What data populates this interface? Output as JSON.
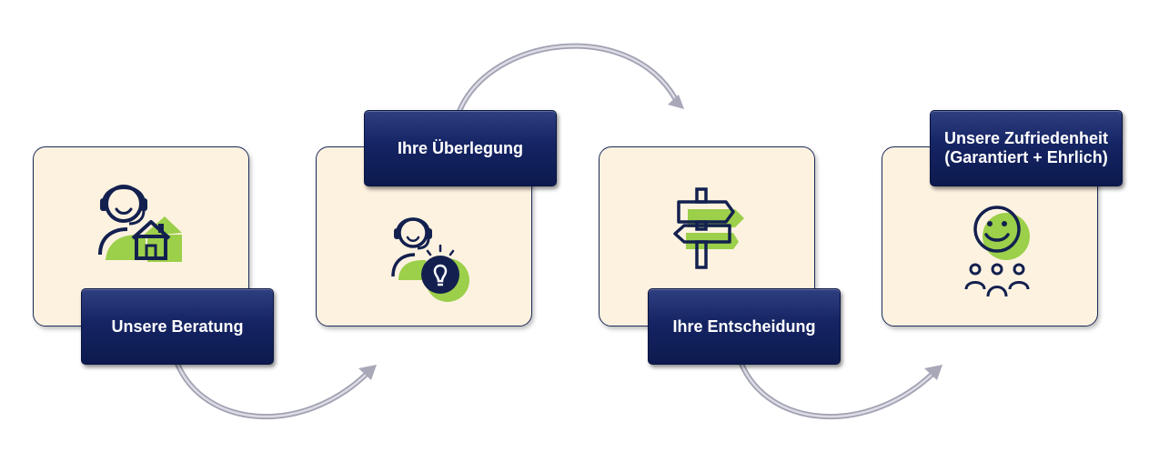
{
  "steps": [
    {
      "label": "Unsere Beratung",
      "icon": "consultant-home-icon"
    },
    {
      "label": "Ihre Überlegung",
      "icon": "consultant-idea-icon"
    },
    {
      "label": "Ihre Entscheidung",
      "icon": "signpost-icon"
    },
    {
      "label": "Unsere Zufriedenheit\n(Garantiert + Ehrlich)",
      "icon": "smiley-group-icon"
    }
  ],
  "colors": {
    "card_fill": "#fdf2e0",
    "label_fill": "#152463",
    "icon_stroke": "#13204f",
    "icon_accent": "#9ccf4a",
    "arrow": "#b4b4c4"
  }
}
